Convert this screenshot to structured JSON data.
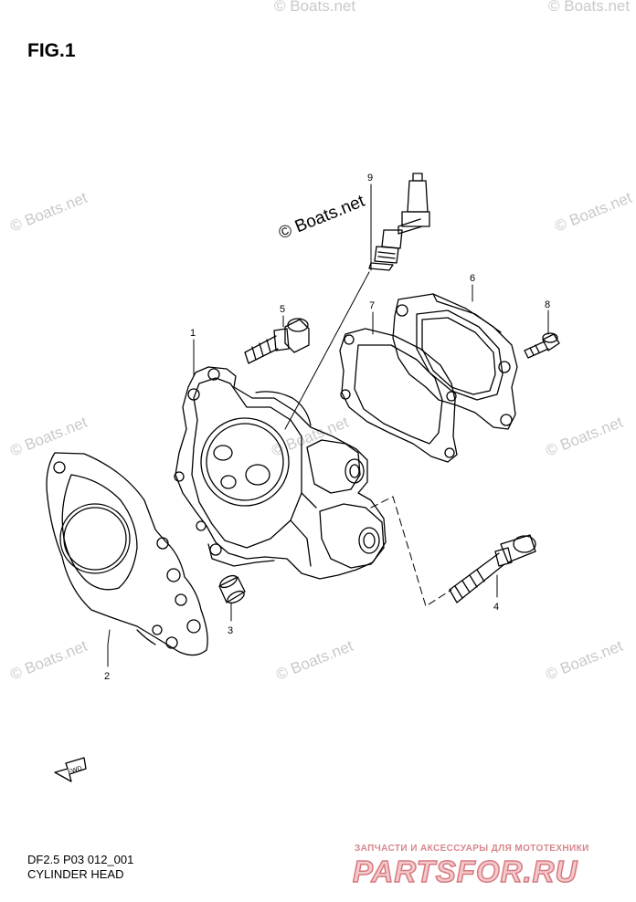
{
  "figure": {
    "title": "FIG.1",
    "caption_code": "DF2.5 P03 012_001",
    "caption_name": "CYLINDER HEAD"
  },
  "watermark": {
    "text": "© Boats.net",
    "color": "#c8c8c8"
  },
  "callouts": [
    {
      "id": "1",
      "label": "1"
    },
    {
      "id": "2",
      "label": "2"
    },
    {
      "id": "3",
      "label": "3"
    },
    {
      "id": "4",
      "label": "4"
    },
    {
      "id": "5",
      "label": "5"
    },
    {
      "id": "6",
      "label": "6"
    },
    {
      "id": "7",
      "label": "7"
    },
    {
      "id": "8",
      "label": "8"
    },
    {
      "id": "9",
      "label": "9"
    }
  ],
  "fwd_arrow": {
    "label": "FWD"
  },
  "branding": {
    "tagline": "ЗАПЧАСТИ И АКСЕССУАРЫ ДЛЯ МОТОТЕХНИКИ",
    "site": "PARTSFOR.RU",
    "color": "#d77a80"
  }
}
